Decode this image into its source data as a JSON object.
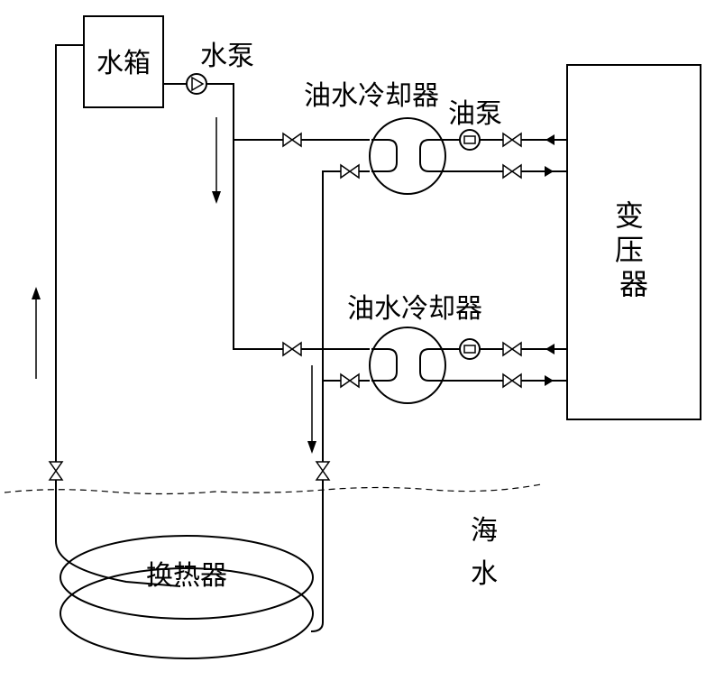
{
  "labels": {
    "water_tank": "水箱",
    "water_pump": "水泵",
    "cooler_top": "油水冷却器",
    "cooler_bottom": "油水冷却器",
    "oil_pump": "油泵",
    "transformer": "变\n压\n器",
    "heat_exchanger": "换热器",
    "sea_1": "海",
    "sea_2": "水"
  }
}
